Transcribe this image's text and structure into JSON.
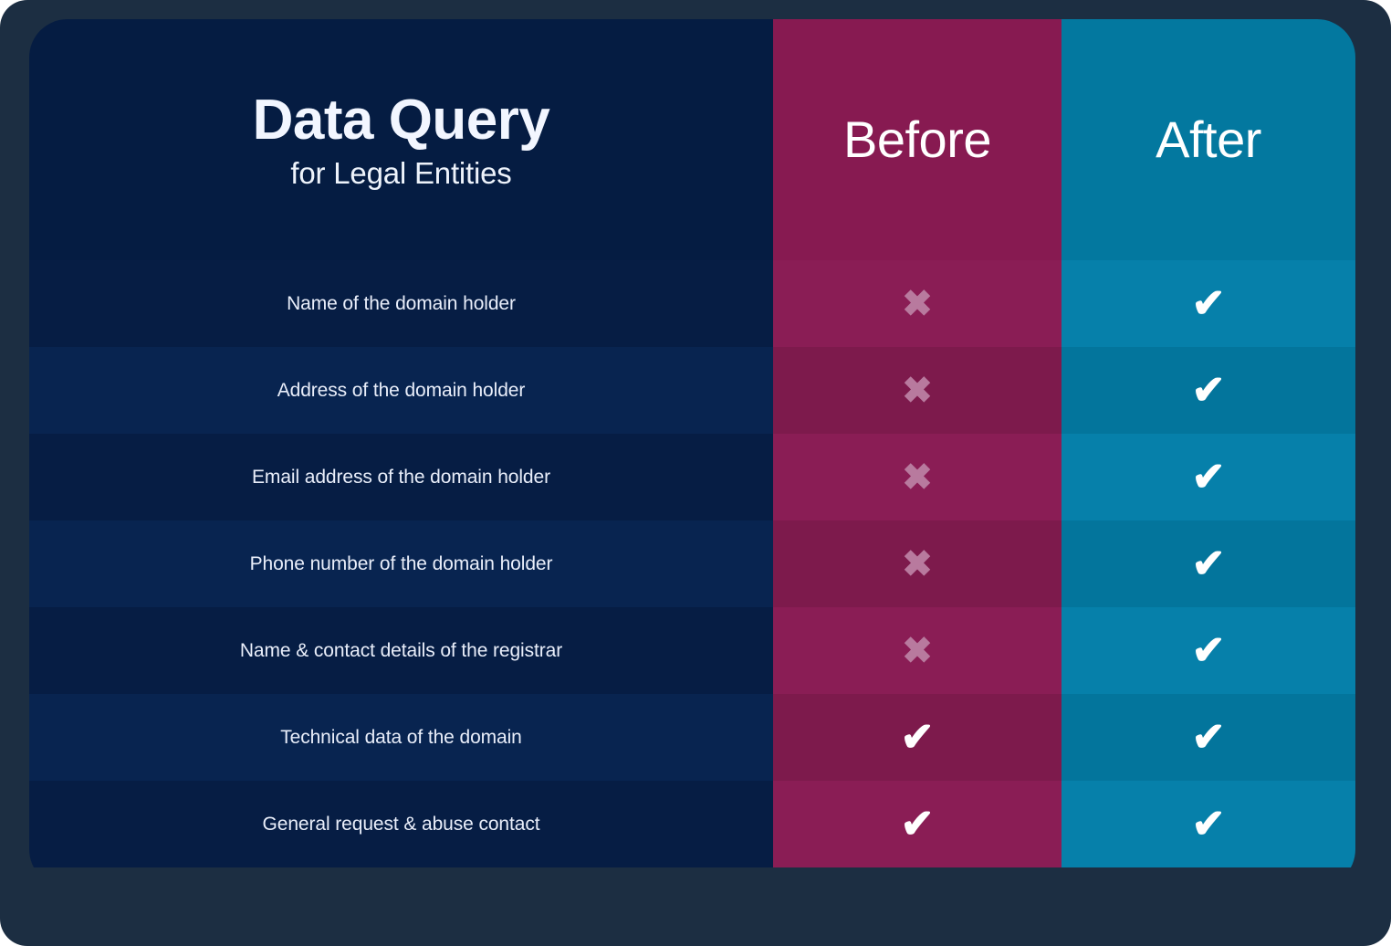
{
  "card": {
    "title": "Data Query",
    "subtitle": "for Legal Entities",
    "columns": [
      {
        "key": "label",
        "header": ""
      },
      {
        "key": "before",
        "header": "Before",
        "color": "#871a51"
      },
      {
        "key": "after",
        "header": "After",
        "color": "#03789f"
      }
    ],
    "colors": {
      "page_background": "#1c2e42",
      "label_column_dark": "#061d44",
      "label_column_light": "#082450",
      "before_dark": "#7d1a4c",
      "before_light": "#8a1d55",
      "after_dark": "#03759c",
      "after_light": "#0680aa",
      "cross_icon": "#b87a9e",
      "check_icon": "#ffffff",
      "text": "#e9eefa"
    },
    "icons": {
      "cross": "✖",
      "check": "✔",
      "cross_name": "cross-icon",
      "check_name": "check-icon"
    },
    "rows": [
      {
        "label": "Name of the domain holder",
        "before": "cross",
        "after": "check"
      },
      {
        "label": "Address of the domain holder",
        "before": "cross",
        "after": "check"
      },
      {
        "label": "Email address of the domain holder",
        "before": "cross",
        "after": "check"
      },
      {
        "label": "Phone number of the domain holder",
        "before": "cross",
        "after": "check"
      },
      {
        "label": "Name & contact details of the registrar",
        "before": "cross",
        "after": "check"
      },
      {
        "label": "Technical data of the domain",
        "before": "check",
        "after": "check"
      },
      {
        "label": "General request & abuse contact",
        "before": "check",
        "after": "check"
      }
    ]
  }
}
